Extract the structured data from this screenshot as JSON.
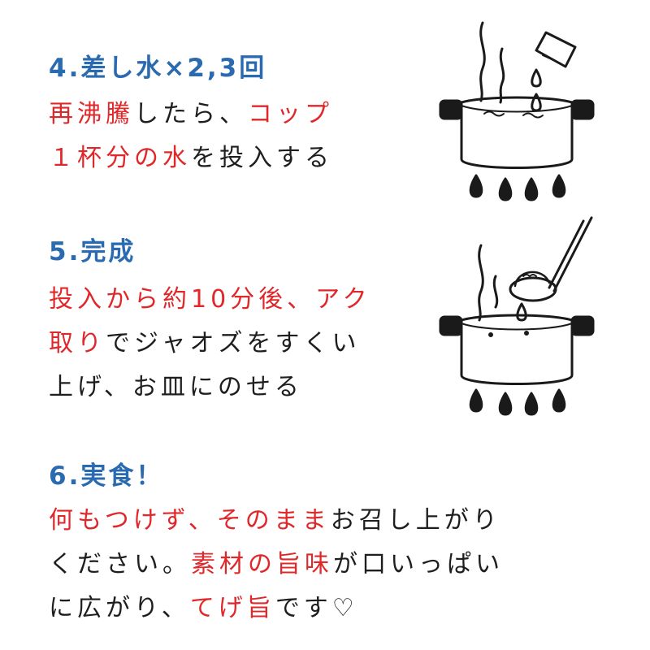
{
  "colors": {
    "heading": "#2a6ab0",
    "highlight": "#e0272a",
    "text": "#1e1e1e"
  },
  "steps": [
    {
      "heading": "4.差し水×2,3回",
      "icon": "pot-with-pouring-cup-icon",
      "lines": [
        [
          {
            "text": "再沸騰",
            "hl": true
          },
          {
            "text": "したら、"
          },
          {
            "text": "コップ",
            "hl": true
          }
        ],
        [
          {
            "text": "１杯分の水",
            "hl": true
          },
          {
            "text": "を投入する"
          }
        ]
      ]
    },
    {
      "heading": "5.完成",
      "icon": "pot-with-ladle-icon",
      "lines": [
        [
          {
            "text": "投入から約10分後、アク",
            "hl": true
          }
        ],
        [
          {
            "text": "取り",
            "hl": true
          },
          {
            "text": "でジャオズをすくい"
          }
        ],
        [
          {
            "text": "上げ、お皿にのせる"
          }
        ]
      ]
    },
    {
      "heading": "6.実食！",
      "lines": [
        [
          {
            "text": "何もつけず、そのまま",
            "hl": true
          },
          {
            "text": "お召し上がり"
          }
        ],
        [
          {
            "text": "ください。"
          },
          {
            "text": "素材の旨味",
            "hl": true
          },
          {
            "text": "が口いっぱい"
          }
        ],
        [
          {
            "text": "に広がり、"
          },
          {
            "text": "てげ旨",
            "hl": true
          },
          {
            "text": "です♡"
          }
        ]
      ]
    }
  ]
}
